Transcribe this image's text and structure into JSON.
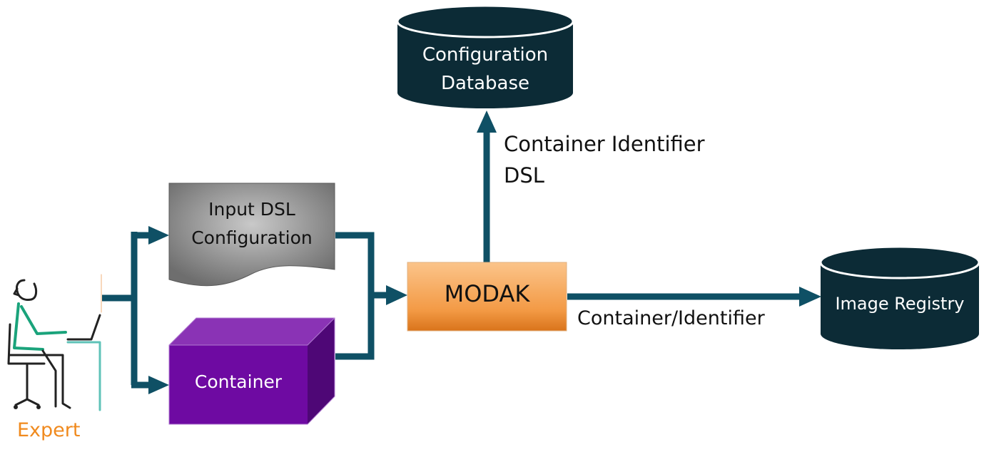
{
  "nodes": {
    "config_db": {
      "line1": "Configuration",
      "line2": "Database",
      "fill": "#0c2b36"
    },
    "input_dsl": {
      "line1": "Input DSL",
      "line2": "Configuration",
      "fill": "#7a7a7a"
    },
    "container": {
      "label": "Container",
      "fill": "#6e0aa2"
    },
    "modak": {
      "label": "MODAK",
      "fill": "#f5a14f"
    },
    "image_registry": {
      "label": "Image Registry",
      "fill": "#0c2b36"
    },
    "expert": {
      "label": "Expert",
      "color": "#f08a1e"
    }
  },
  "edges": {
    "modak_to_db": {
      "line1": "Container Identifier",
      "line2": "DSL"
    },
    "modak_to_registry": {
      "label": "Container/Identifier"
    }
  },
  "colors": {
    "connector": "#0f5065",
    "figure_green": "#1aa37b",
    "figure_teal": "#5fc3b8"
  }
}
